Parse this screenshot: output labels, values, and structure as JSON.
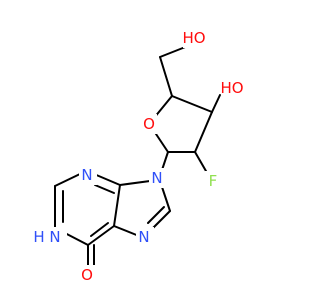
{
  "colors": {
    "bond": "#000000",
    "oxygen": "#FF0D0D",
    "nitrogen": "#3050F8",
    "fluorine": "#90E050"
  },
  "atoms": {
    "hydroxymethyl_oh": "HO",
    "ring_hydroxyl": "HO",
    "ring_oxygen": "O",
    "fluorine": "F",
    "n9": "N",
    "n3": "N",
    "n7": "N",
    "n1h": "H",
    "n1": "N",
    "carbonyl_o": "O"
  }
}
